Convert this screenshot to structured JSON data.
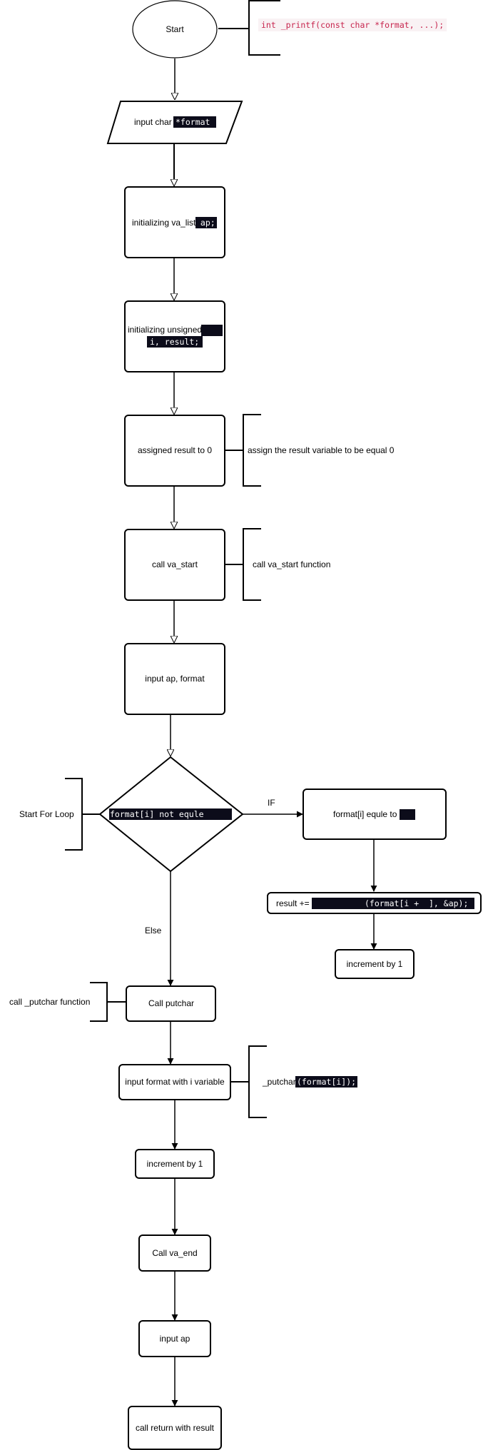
{
  "signature": "int _printf(const char *format, ...);",
  "nodes": {
    "start": "Start",
    "input_format": {
      "prefix": "input  char ",
      "code": "*format"
    },
    "init_va_list": {
      "prefix": "initializing va_list",
      "code": " ap;"
    },
    "init_unsigned": {
      "prefix": "initializing unsigned",
      "code_line1_tail": "    ",
      "code_line2": "i, result;"
    },
    "assign_result": "assigned  result to 0",
    "call_va_start": "call va_start",
    "input_ap_format": "input ap, format",
    "decision": {
      "code": "format[i] not equle",
      "code_tail": "      "
    },
    "if_box": {
      "prefix": "format[i] equle to ",
      "code": "   "
    },
    "result_box": {
      "prefix": "result += ",
      "code_hidden": "           ",
      "code": "(format[i +  ], &ap);"
    },
    "increment_right": "increment by 1",
    "call_putchar": "Call putchar",
    "input_format_i": "input  format with i variable",
    "increment_left": "increment by 1",
    "call_va_end": "Call va_end",
    "input_ap": "input ap",
    "return": "call return with result"
  },
  "annotations": {
    "assign_note": "assign the result variable to be equal 0",
    "va_start_note": "call va_start function",
    "for_loop_note": "Start For Loop",
    "putchar_note": "call _putchar function",
    "putchar_call": {
      "prefix": "_putchar",
      "code": "(format[i]);"
    }
  },
  "edge_labels": {
    "if": "IF",
    "else": "Else"
  },
  "colors": {
    "signature": "#c7254e",
    "signature_bg": "#f9f2f4",
    "code_highlight": "#0c0c1a"
  }
}
